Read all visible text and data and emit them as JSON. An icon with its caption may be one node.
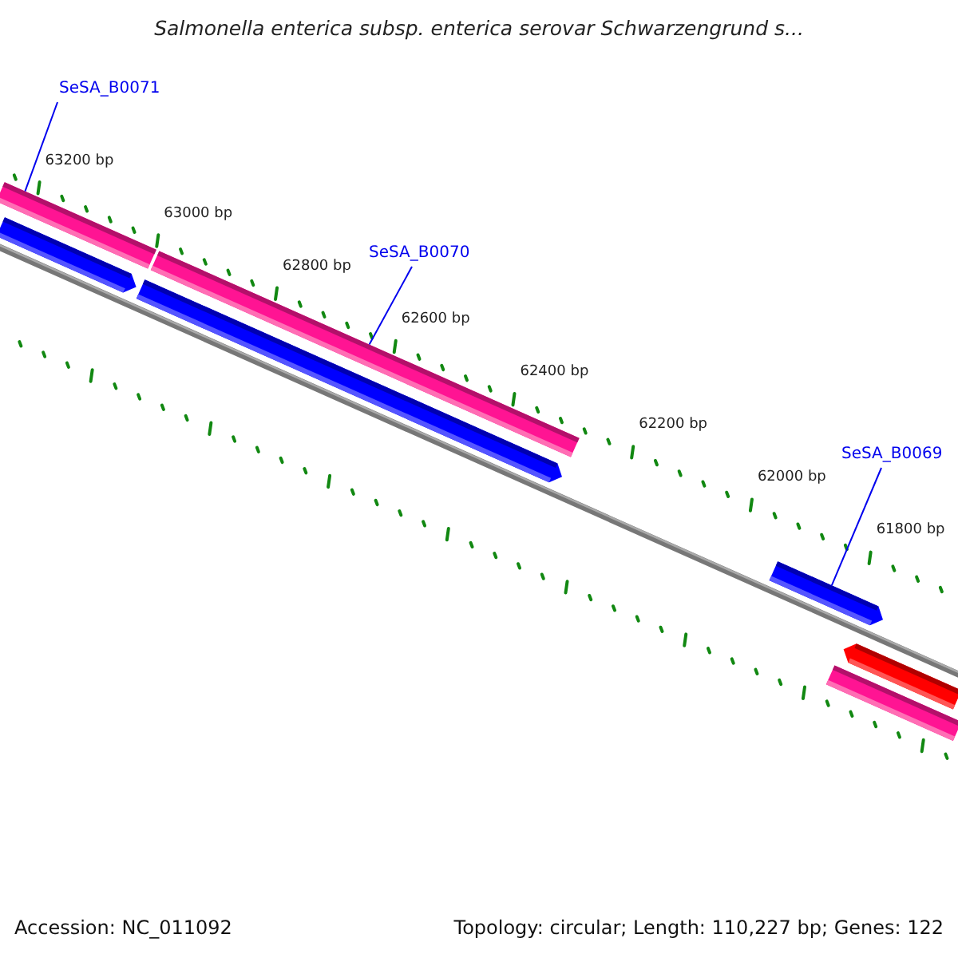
{
  "diagram": {
    "title": "Salmonella enterica subsp. enterica serovar Schwarzengrund s...",
    "nodes": [
      {
        "text": [
          "SeSA_B0071"
        ]
      },
      {
        "text": [],
        "shape": "bar"
      },
      {
        "text": [],
        "shape": "bar"
      },
      {
        "text": [
          "SeSA_B0070"
        ]
      },
      {
        "text": [],
        "shape": "bar"
      },
      {
        "text": [],
        "shape": "bar"
      },
      {
        "text": [
          "SeSA_B0069"
        ]
      },
      {
        "text": [],
        "shape": "bar"
      },
      {
        "text": [],
        "shape": "bar"
      },
      {
        "text": [],
        "shape": "bar"
      }
    ],
    "edges": [
      {
        "from": 0,
        "to": 1,
        "arrow": "none"
      },
      {
        "from": 3,
        "to": 4,
        "arrow": "none"
      },
      {
        "from": 6,
        "to": 7,
        "arrow": "none"
      }
    ],
    "labels": [
      "63200 bp",
      "63000 bp",
      "62800 bp",
      "62600 bp",
      "62400 bp",
      "62200 bp",
      "62000 bp",
      "61800 bp",
      "Accession: NC_011092",
      "Topology: circular; Length: 110,227 bp; Genes: 122"
    ]
  }
}
